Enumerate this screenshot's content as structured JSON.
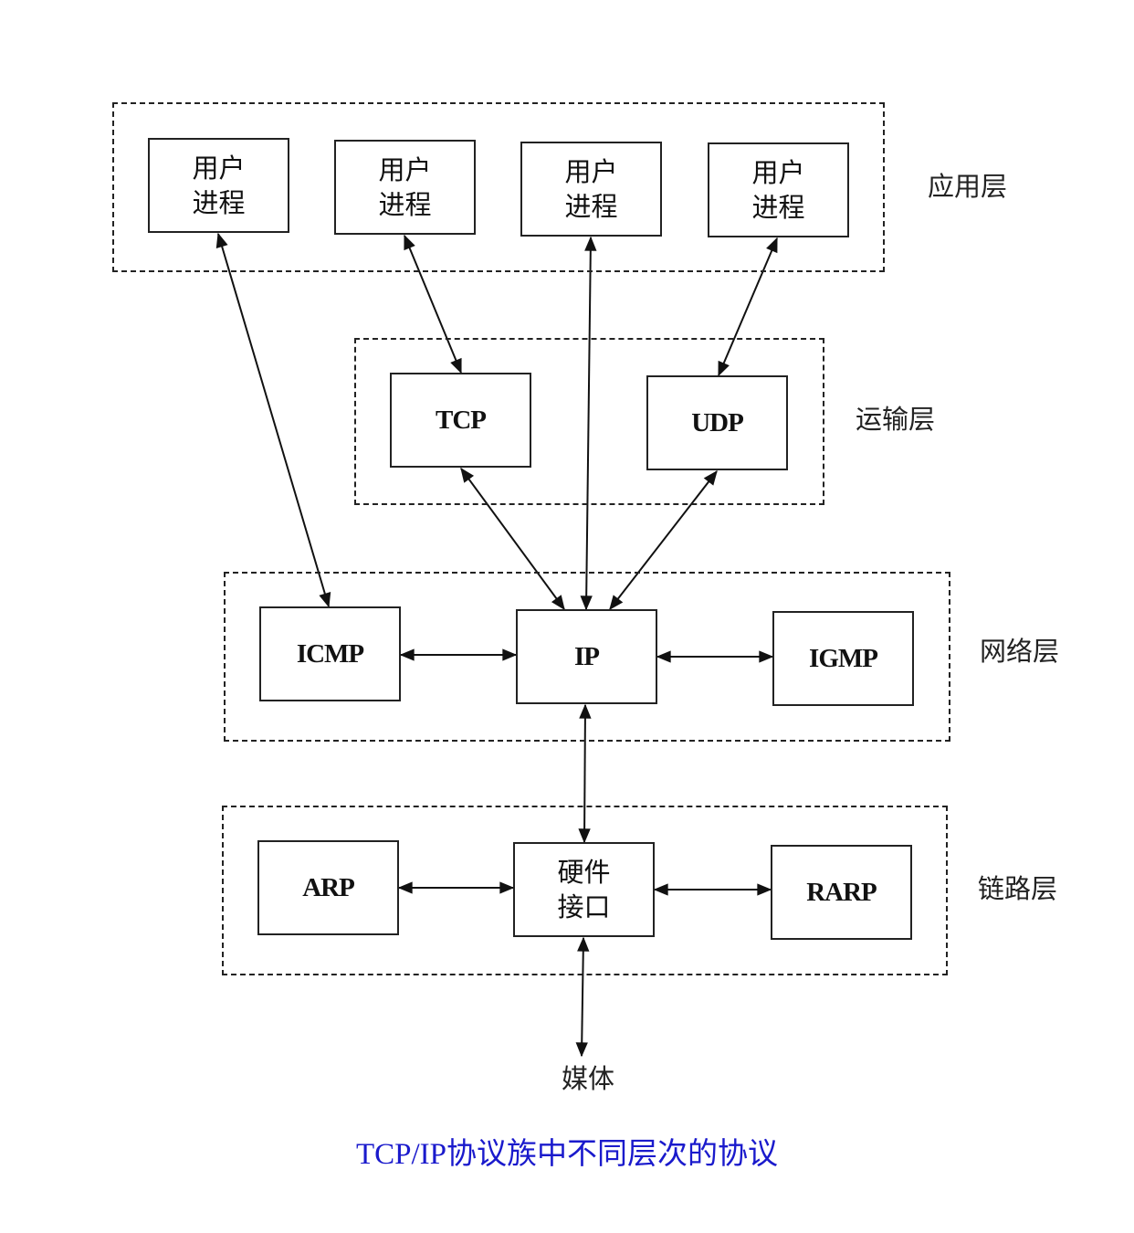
{
  "diagram": {
    "layers": {
      "application": "应用层",
      "transport": "运输层",
      "network": "网络层",
      "link": "链路层"
    },
    "nodes": {
      "user_process_1": "用户\n进程",
      "user_process_2": "用户\n进程",
      "user_process_3": "用户\n进程",
      "user_process_4": "用户\n进程",
      "tcp": "TCP",
      "udp": "UDP",
      "icmp": "ICMP",
      "ip": "IP",
      "igmp": "IGMP",
      "arp": "ARP",
      "hardware_interface": "硬件\n接口",
      "rarp": "RARP"
    },
    "media": "媒体",
    "edges": [
      {
        "from": "user_process_1",
        "to": "icmp",
        "direction": "both"
      },
      {
        "from": "user_process_2",
        "to": "tcp",
        "direction": "both"
      },
      {
        "from": "user_process_3",
        "to": "ip",
        "direction": "both"
      },
      {
        "from": "user_process_4",
        "to": "udp",
        "direction": "both"
      },
      {
        "from": "tcp",
        "to": "ip",
        "direction": "both"
      },
      {
        "from": "udp",
        "to": "ip",
        "direction": "both"
      },
      {
        "from": "icmp",
        "to": "ip",
        "direction": "both"
      },
      {
        "from": "ip",
        "to": "igmp",
        "direction": "both"
      },
      {
        "from": "ip",
        "to": "hardware_interface",
        "direction": "both"
      },
      {
        "from": "arp",
        "to": "hardware_interface",
        "direction": "both"
      },
      {
        "from": "hardware_interface",
        "to": "rarp",
        "direction": "both"
      },
      {
        "from": "hardware_interface",
        "to": "media",
        "direction": "both"
      }
    ]
  },
  "caption": {
    "text": "TCP/IP协议族中不同层次的协议",
    "color": "#1a1acc"
  }
}
